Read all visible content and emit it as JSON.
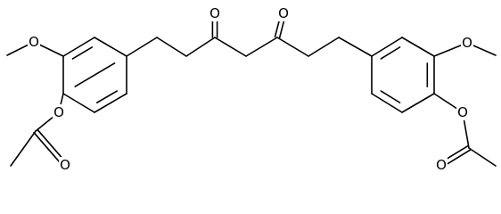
{
  "structure": {
    "atom_labels": {
      "ketone_o_left": "O",
      "ketone_o_right": "O",
      "methoxy_o_left": "O",
      "methoxy_o_right": "O",
      "ester_o_left": "O",
      "ester_o_right": "O",
      "carbonyl_o_left": "O",
      "carbonyl_o_right": "O"
    }
  }
}
